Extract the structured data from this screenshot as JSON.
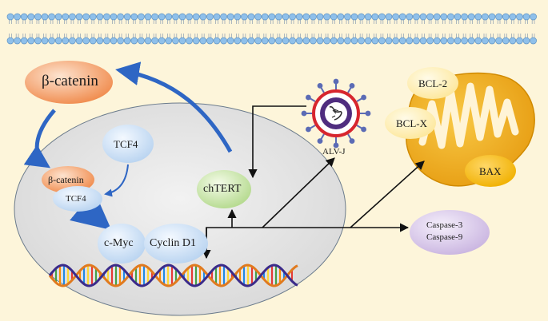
{
  "labels": {
    "beta_catenin_main": "β-catenin",
    "tcf4_top": "TCF4",
    "beta_catenin_complex": "β-catenin",
    "tcf4_complex": "TCF4",
    "chtert": "chTERT",
    "c_myc": "c-Myc",
    "cyclin_d1": "Cyclin D1",
    "alv_j": "ALV-J",
    "bcl2": "BCL-2",
    "bclx": "BCL-X",
    "bax": "BAX",
    "caspase3": "Caspase-3",
    "caspase9": "Caspase-9"
  },
  "colors": {
    "background": "#fdf5da",
    "membrane": "#8fc0ea",
    "nucleus": "#d9d9d9",
    "beta_catenin": "#f08a4b",
    "tcf4": "#b8d3f0",
    "chtert": "#b3d98c",
    "mitochondria": "#f2b019",
    "bcl": "#fde79a",
    "caspase": "#c9b4e0",
    "virus_ring": "#d7262e",
    "arrow_blue": "#2e66c4"
  }
}
